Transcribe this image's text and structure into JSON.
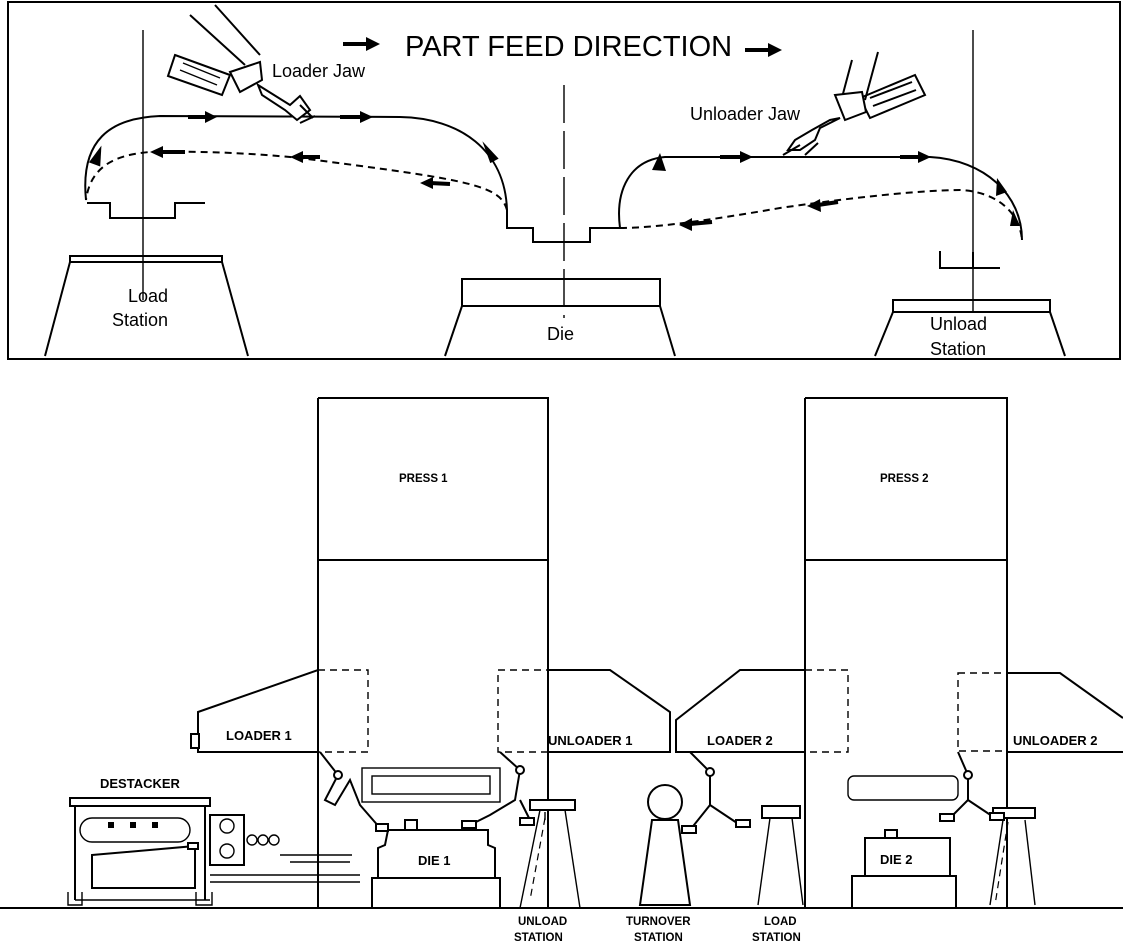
{
  "top_panel": {
    "title": "PART FEED DIRECTION",
    "loader_jaw": "Loader Jaw",
    "unloader_jaw": "Unloader Jaw",
    "load_station_line1": "Load",
    "load_station_line2": "Station",
    "die": "Die",
    "unload_station_line1": "Unload",
    "unload_station_line2": "Station"
  },
  "bottom_panel": {
    "press1": "PRESS 1",
    "press2": "PRESS 2",
    "loader1": "LOADER 1",
    "unloader1": "UNLOADER 1",
    "loader2": "LOADER 2",
    "unloader2": "UNLOADER 2",
    "destacker": "DESTACKER",
    "die1": "DIE 1",
    "die2": "DIE 2",
    "unload_station_line1": "UNLOAD",
    "unload_station_line2": "STATION",
    "turnover_station_line1": "TURNOVER",
    "turnover_station_line2": "STATION",
    "load_station_line1": "LOAD",
    "load_station_line2": "STATION"
  }
}
